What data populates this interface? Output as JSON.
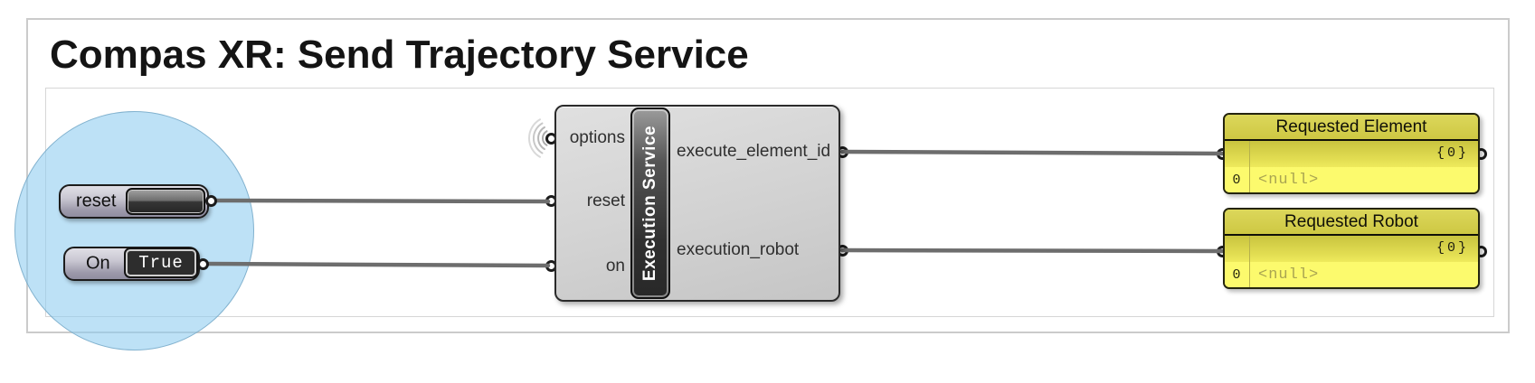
{
  "title": "Compas XR: Send Trajectory Service",
  "colors": {
    "highlight_circle": "#8eccf0",
    "panel_body": "#fbf862",
    "panel_header": "#d2cd49",
    "wire": "#6d6d6d",
    "component_body": "#d2d2d2",
    "name_bar": "#2f2f2f"
  },
  "toggles": {
    "reset": {
      "label": "reset"
    },
    "on": {
      "label": "On",
      "value": "True"
    }
  },
  "component": {
    "name": "Execution Service",
    "inputs": [
      {
        "label": "options",
        "icon": "wireless-arcs-icon"
      },
      {
        "label": "reset"
      },
      {
        "label": "on"
      }
    ],
    "outputs": [
      {
        "label": "execute_element_id"
      },
      {
        "label": "execution_robot"
      }
    ]
  },
  "panels": [
    {
      "title": "Requested Element",
      "branch": "{0}",
      "rows": [
        {
          "index": "0",
          "value": "<null>"
        }
      ]
    },
    {
      "title": "Requested Robot",
      "branch": "{0}",
      "rows": [
        {
          "index": "0",
          "value": "<null>"
        }
      ]
    }
  ]
}
